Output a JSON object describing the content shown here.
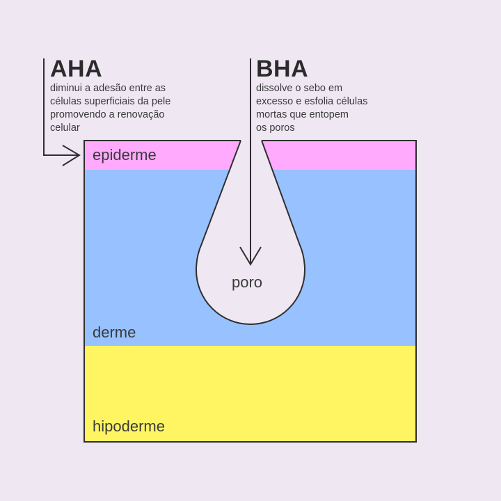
{
  "colors": {
    "background": "#efe8f3",
    "epiderme": "#ffaafd",
    "derme": "#97c1ff",
    "hipoderme": "#fff563",
    "stroke": "#2f2f2f"
  },
  "aha": {
    "title": "AHA",
    "description": "diminui a adesão entre as\ncélulas superficiais da pele\npromovendo a renovação\ncelular"
  },
  "bha": {
    "title": "BHA",
    "description": "dissolve o sebo em\nexcesso e esfolia células\nmortas que entopem\nos poros"
  },
  "layers": {
    "epiderme": "epiderme",
    "derme": "derme",
    "hipoderme": "hipoderme"
  },
  "pore": {
    "label": "poro"
  }
}
